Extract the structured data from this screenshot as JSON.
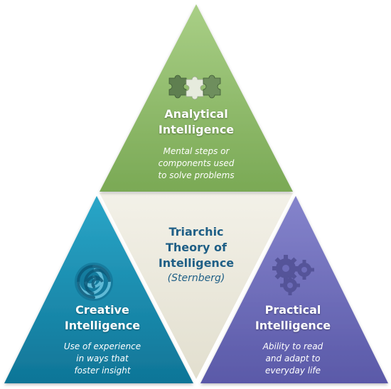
{
  "top": {
    "title_lines": [
      "Analytical",
      "Intelligence"
    ],
    "desc_lines": [
      "Mental steps or",
      "components  used",
      "to solve problems"
    ],
    "icon": "puzzle-pieces-icon",
    "color": "#8db86a"
  },
  "left": {
    "title_lines": [
      "Creative",
      "Intelligence"
    ],
    "desc_lines": [
      "Use of experience",
      "in ways that",
      "foster insight"
    ],
    "icon": "swirl-icon",
    "color": "#1b8bb0"
  },
  "right": {
    "title_lines": [
      "Practical",
      "Intelligence"
    ],
    "desc_lines": [
      "Ability to read",
      "and adapt  to",
      "everyday life"
    ],
    "icon": "gears-icon",
    "color": "#6b6ab8"
  },
  "center": {
    "title_lines": [
      "Triarchic",
      "Theory of",
      "Intelligence"
    ],
    "subtitle": "(Sternberg)",
    "color": "#ece9dc"
  }
}
